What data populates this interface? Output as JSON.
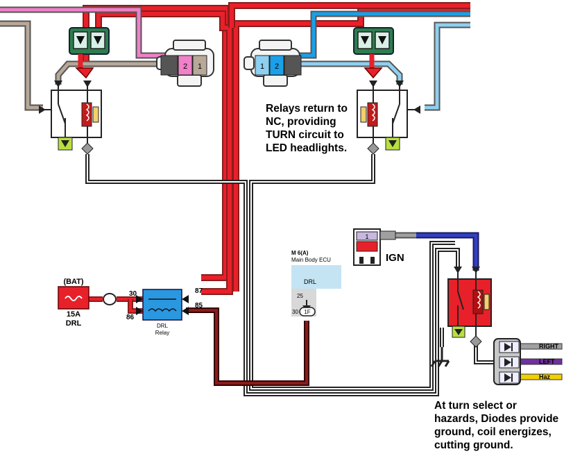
{
  "connectors": {
    "left_pins": [
      "2",
      "1"
    ],
    "right_pins": [
      "1",
      "2"
    ]
  },
  "notes": {
    "top": "Relays return to\nNC, providing\nTURN circuit to\nLED headlights.",
    "bottom": "At turn select or\nhazards, Diodes provide\nground, coil energizes,\ncutting ground."
  },
  "fuse": {
    "source": "(BAT)",
    "rating": "15A",
    "name": "DRL"
  },
  "drl_relay": {
    "name_line1": "DRL",
    "name_line2": "Relay",
    "pins": {
      "p30": "30",
      "p86": "86",
      "p87": "87",
      "p85": "85"
    }
  },
  "ecu": {
    "id": "M 6(A)",
    "name": "Main Body ECU",
    "block_label": "DRL",
    "pin_top": "25",
    "pin_left": "30",
    "connector": "1F"
  },
  "ign": {
    "label": "IGN",
    "pin": "1"
  },
  "diodes": {
    "labels": [
      "RIGHT",
      "LEFT",
      "Haz"
    ]
  },
  "colors": {
    "red": "#e8202a",
    "dark_red": "#8a1c1c",
    "pink": "#f080c8",
    "tan": "#b8a898",
    "blue": "#1aa0e8",
    "light_blue": "#8fd0f0",
    "dark_blue": "#3040c0",
    "purple": "#7030a0",
    "yellow": "#f0d000",
    "gray": "#a0a0a0",
    "connector_green": "#2e7d4f",
    "relay_blue": "#2a98e0",
    "ecu_blue": "#c4e4f4"
  }
}
